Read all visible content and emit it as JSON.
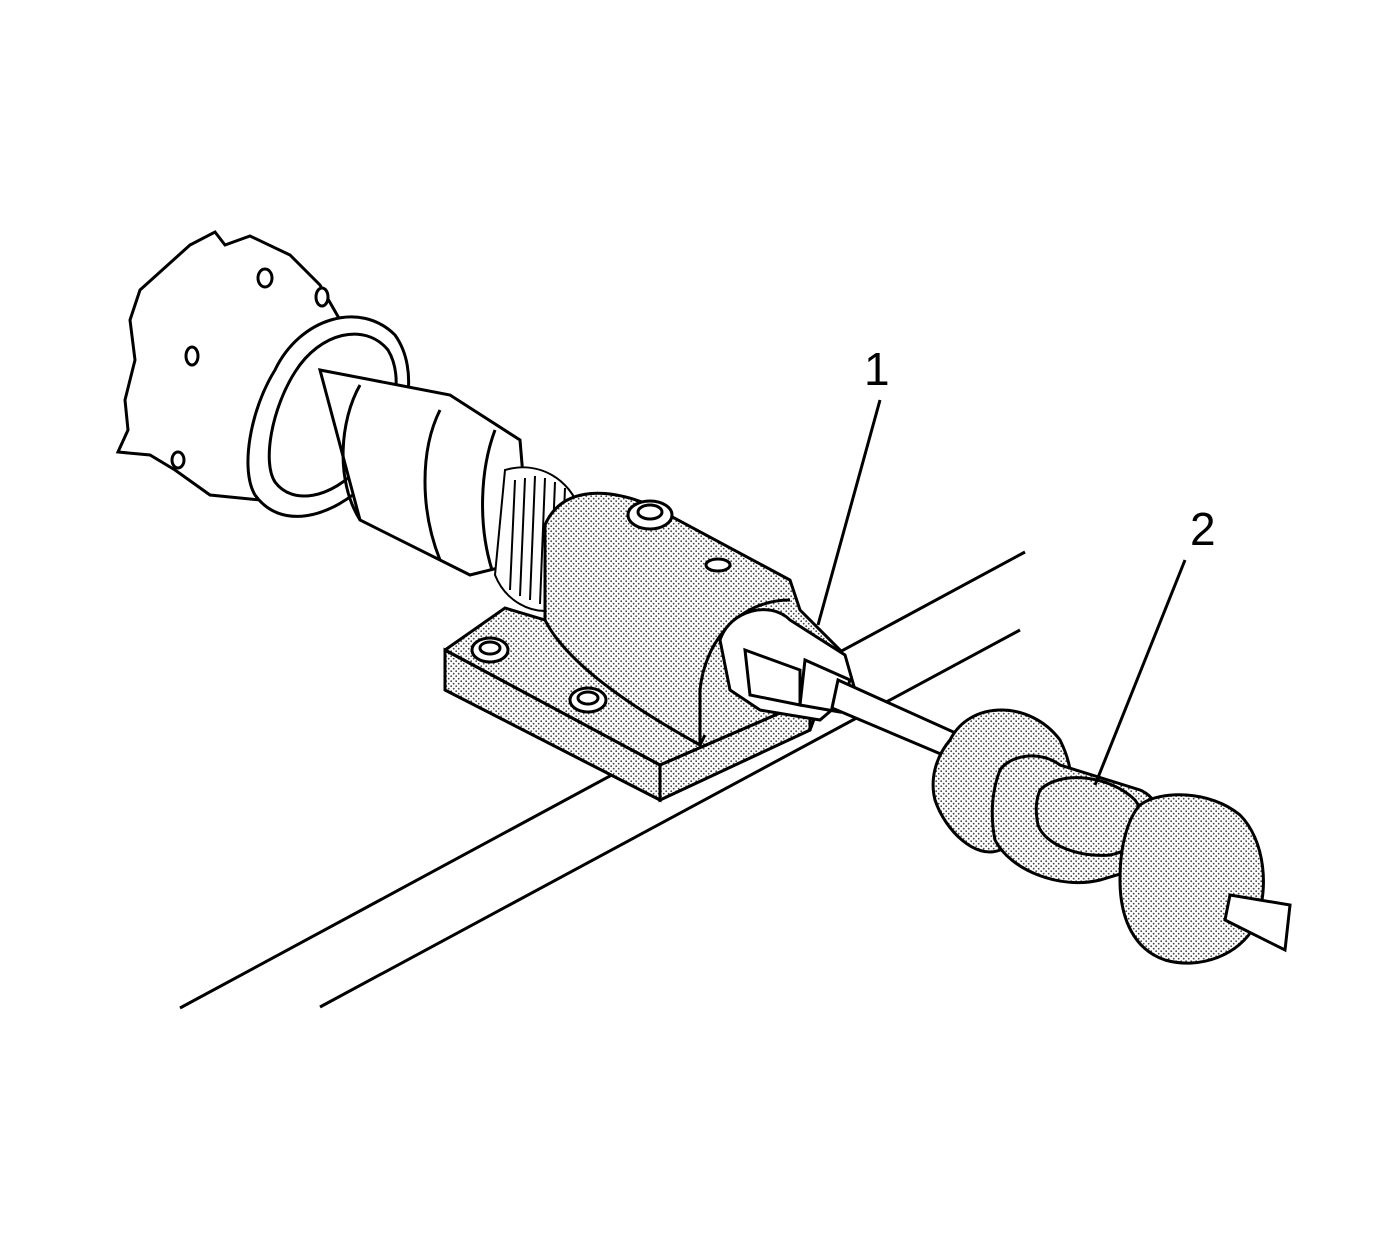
{
  "callouts": [
    {
      "id": "1",
      "label": "1"
    },
    {
      "id": "2",
      "label": "2"
    }
  ],
  "colors": {
    "ink": "#000000",
    "paper": "#ffffff",
    "stipple": "#bdbdbd"
  }
}
